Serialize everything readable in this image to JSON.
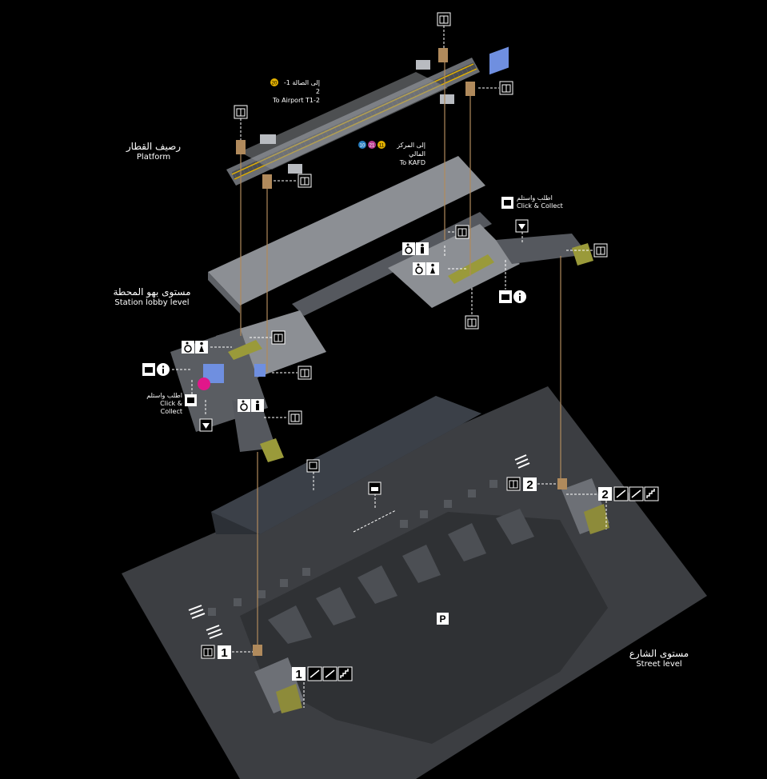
{
  "levels": {
    "platform": {
      "ar": "رصيف القطار",
      "en": "Platform"
    },
    "lobby": {
      "ar": "مستوى بهو المحطة",
      "en": "Station lobby level"
    },
    "street": {
      "ar": "مستوى الشارع",
      "en": "Street level"
    }
  },
  "destinations": {
    "airport": {
      "ar": "إلى الصالة 1-2",
      "en": "To Airport T1-2",
      "line_badge": "20",
      "line_color": "#e3b100"
    },
    "kafd": {
      "ar": "إلى المركز المالي",
      "en": "To KAFD",
      "line_badges": [
        "10",
        "21",
        "11"
      ],
      "line_colors": [
        "#2a7fc0",
        "#b73b8f",
        "#e3b100"
      ]
    }
  },
  "click_collect": {
    "right": {
      "ar": "اطلب واستلم",
      "en": "Click & Collect"
    },
    "left": {
      "ar": "اطلب واستلم",
      "en": "Click & Collect"
    }
  },
  "exits": {
    "exit1": {
      "number": "1"
    },
    "exit2": {
      "number": "2"
    }
  },
  "map_symbols": {
    "parking": "P",
    "icons": [
      "elevator-icon",
      "wheelchair-icon",
      "restroom-icon",
      "ticket-icon",
      "info-icon",
      "click-collect-icon",
      "water-fountain-icon",
      "bus-icon",
      "taxi-icon",
      "escalator-icon",
      "stairs-icon",
      "pedestrian-icon"
    ]
  },
  "colors": {
    "background": "#000000",
    "slab": "#8c8f94",
    "street": "#3d3f43",
    "elevator_shaft": "#b08a5c",
    "ticket_blue": "#6f8fe0",
    "escalator": "#9a9a3a",
    "accent_magenta": "#e0178a"
  }
}
